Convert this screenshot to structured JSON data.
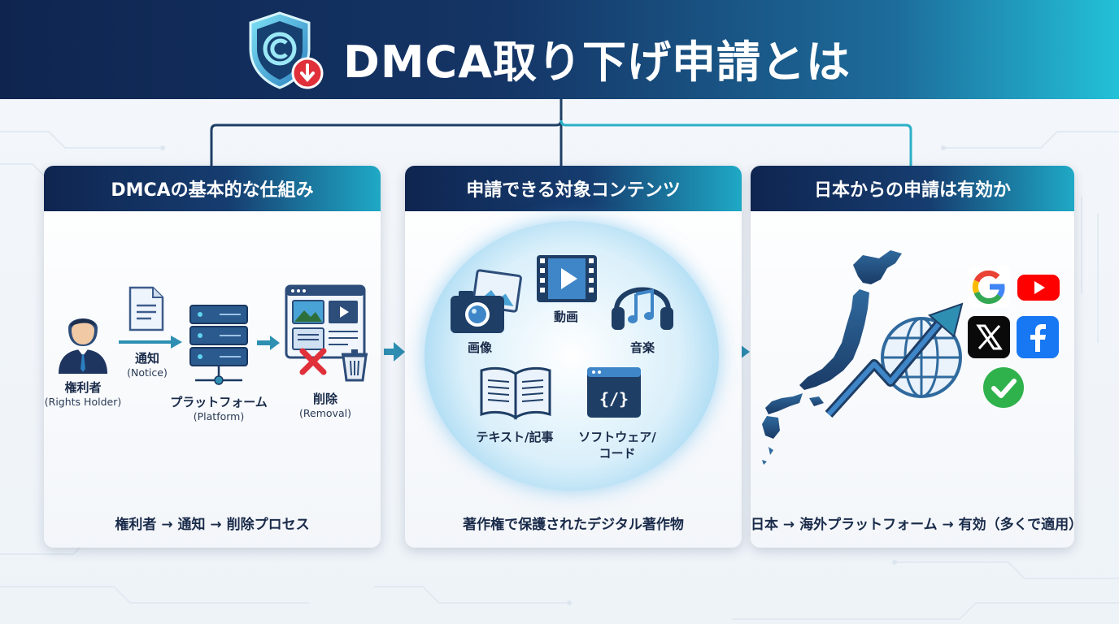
{
  "header": {
    "title": "DMCA取り下げ申請とは",
    "accent": "#23c1d8",
    "navy": "#0f2550"
  },
  "cards": [
    {
      "title": "DMCAの基本的な仕組み",
      "footer": "権利者 → 通知 → 削除プロセス",
      "steps": {
        "holder_ja": "権利者",
        "holder_en": "(Rights Holder)",
        "notice_ja": "通知",
        "notice_en": "(Notice)",
        "platform_ja": "プラットフォーム",
        "platform_en": "(Platform)",
        "removal_ja": "削除",
        "removal_en": "(Removal)"
      }
    },
    {
      "title": "申請できる対象コンテンツ",
      "footer": "著作権で保護されたデジタル著作物",
      "items": {
        "image": "画像",
        "video": "動画",
        "music": "音楽",
        "text": "テキスト/記事",
        "software_1": "ソフトウェア/",
        "software_2": "コード"
      }
    },
    {
      "title": "日本からの申請は有効か",
      "footer": "日本 → 海外プラットフォーム → 有効（多くで適用）",
      "platform_icons": [
        "google-icon",
        "youtube-icon",
        "x-icon",
        "facebook-icon",
        "check-icon"
      ]
    }
  ],
  "colors": {
    "red": "#e0303a",
    "google_blue": "#4285f4",
    "youtube_red": "#ff0000",
    "facebook_blue": "#1877f2",
    "check_green": "#2fb24c",
    "teal": "#2f8fb3"
  }
}
